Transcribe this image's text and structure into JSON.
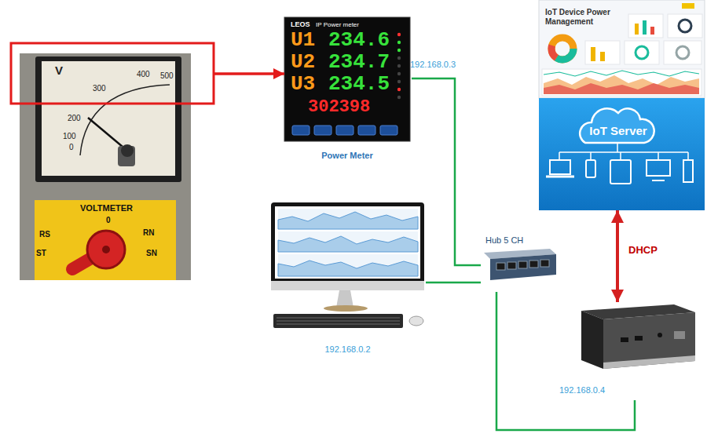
{
  "diagram": {
    "nodes": [
      {
        "text": [
          "V",
          "0",
          "100",
          "200",
          "300",
          "400",
          "500",
          "VOLTMETER",
          "0",
          "RS",
          "RN",
          "ST",
          "SN"
        ]
      },
      {
        "text": [
          "LEOS",
          "IP Power meter",
          "U1",
          "234.6",
          "U2",
          "234.7",
          "U3",
          "234.5",
          "302398",
          "Power Meter"
        ]
      },
      {
        "text": [
          "IoT Device Power Management",
          "IoT Server"
        ]
      },
      {
        "text": [
          "192.168.0.2"
        ]
      },
      {
        "text": [
          "Hub 5 CH"
        ]
      },
      {
        "text": [
          "192.168.0.4"
        ]
      }
    ],
    "edges": [
      {
        "from": 0,
        "to": 1,
        "arrow": "to"
      },
      {
        "from": 1,
        "to": 4,
        "arrow": "none"
      },
      {
        "from": 3,
        "to": 4,
        "arrow": "none"
      },
      {
        "from": 4,
        "to": 5,
        "arrow": "none"
      },
      {
        "from": 2,
        "to": 5,
        "label": "DHCP",
        "arrow": "both"
      }
    ],
    "labels": [
      "192.168.0.3"
    ]
  }
}
